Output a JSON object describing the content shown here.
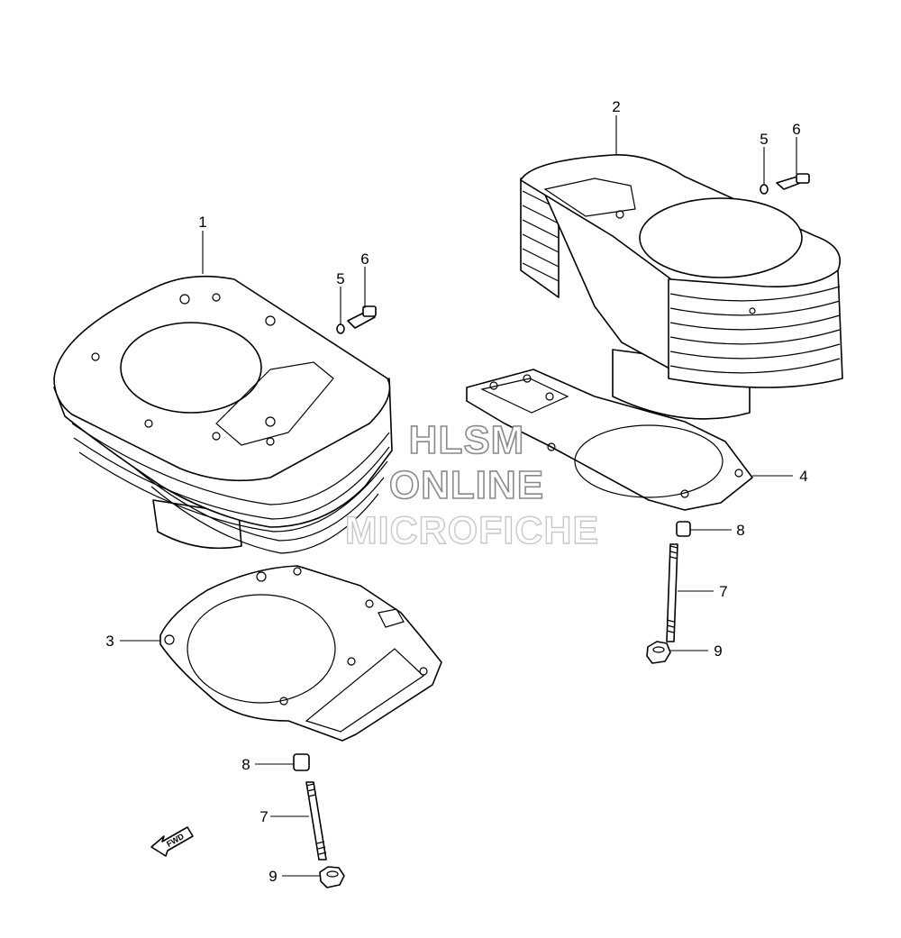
{
  "watermark": {
    "line1": "HLSM",
    "line2": "ONLINE",
    "line3": "MICROFICHE"
  },
  "direction_marker": {
    "label": "FWD",
    "icon": "arrow-left-icon"
  },
  "callouts": {
    "c1": "1",
    "c2": "2",
    "c3": "3",
    "c4": "4",
    "c5_front": "5",
    "c6_front": "6",
    "c5_rear": "5",
    "c6_rear": "6",
    "c7_front": "7",
    "c8_front": "8",
    "c9_front": "9",
    "c7_rear": "7",
    "c8_rear": "8",
    "c9_rear": "9"
  }
}
